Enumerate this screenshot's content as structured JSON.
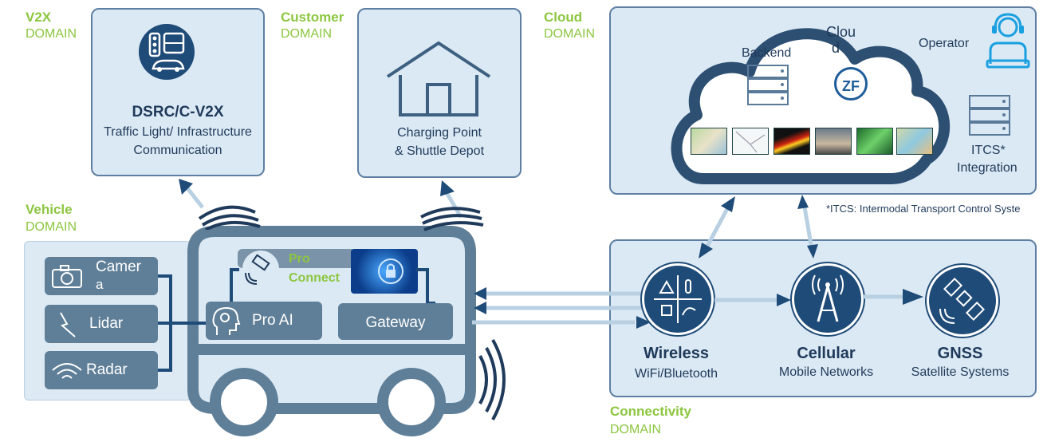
{
  "domains": {
    "v2x": {
      "title": "V2X",
      "sub": "DOMAIN"
    },
    "customer": {
      "title": "Customer",
      "sub": "DOMAIN"
    },
    "cloud": {
      "title": "Cloud",
      "sub": "DOMAIN"
    },
    "vehicle": {
      "title": "Vehicle",
      "sub": "DOMAIN"
    },
    "connectivity": {
      "title": "Connectivity",
      "sub": "DOMAIN"
    }
  },
  "v2x_box": {
    "title": "DSRC/C-V2X",
    "line1": "Traffic Light/ Infrastructure",
    "line2": "Communication"
  },
  "customer_box": {
    "line1": "Charging Point",
    "line2": "& Shuttle Depot"
  },
  "cloud_box": {
    "cloud_label_1": "Clou",
    "cloud_label_2": "d",
    "backend": "Backend",
    "operator": "Operator",
    "itcs_line1": "ITCS*",
    "itcs_line2": "Integration",
    "logo": "ZF",
    "footnote": "*ITCS: Intermodal Transport Control Syste"
  },
  "sensors": {
    "camera_1": "Camer",
    "camera_2": "a",
    "lidar": "Lidar",
    "radar": "Radar"
  },
  "vehicle_units": {
    "pro_connect_1": "Pro",
    "pro_connect_2": "Connect",
    "pro_ai": "Pro AI",
    "gateway": "Gateway"
  },
  "connectivity": {
    "wireless": {
      "title": "Wireless",
      "sub": "WiFi/Bluetooth"
    },
    "cellular": {
      "title": "Cellular",
      "sub": "Mobile Networks"
    },
    "gnss": {
      "title": "GNSS",
      "sub": "Satellite Systems"
    }
  },
  "colors": {
    "accent_green": "#8cc63f",
    "navy": "#1f4b78",
    "box_fill": "#dbe9f4",
    "box_border": "#5e7fa3"
  }
}
